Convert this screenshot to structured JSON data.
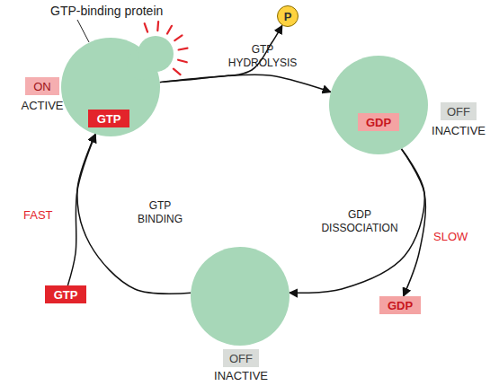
{
  "diagram": {
    "nodes": [
      {
        "text": [
          "GTP-binding protein"
        ]
      },
      {
        "text": [
          "GTP"
        ],
        "in": 0
      },
      {
        "text": [
          "ON",
          "ACTIVE"
        ]
      },
      {
        "text": []
      },
      {
        "text": [
          "GDP"
        ],
        "in": 3
      },
      {
        "text": [
          "OFF",
          "INACTIVE"
        ]
      },
      {
        "text": []
      },
      {
        "text": [
          "OFF",
          "INACTIVE"
        ]
      },
      {
        "text": [
          "P"
        ]
      },
      {
        "text": [
          "GDP"
        ]
      },
      {
        "text": [
          "GTP"
        ]
      }
    ],
    "edges": [
      {
        "from": 0,
        "to": 3,
        "label": "GTP HYDROLYSIS",
        "arrow": "to"
      },
      {
        "from": 0,
        "to": 8,
        "arrow": "to"
      },
      {
        "from": 3,
        "to": 6,
        "label": "GDP DISSOCIATION",
        "arrow": "to"
      },
      {
        "from": 3,
        "to": 9,
        "arrow": "to"
      },
      {
        "from": 6,
        "to": 0,
        "label": "GTP BINDING",
        "arrow": "to"
      },
      {
        "from": 10,
        "to": 0,
        "arrow": "to"
      }
    ],
    "labels": [
      "FAST",
      "SLOW"
    ]
  }
}
